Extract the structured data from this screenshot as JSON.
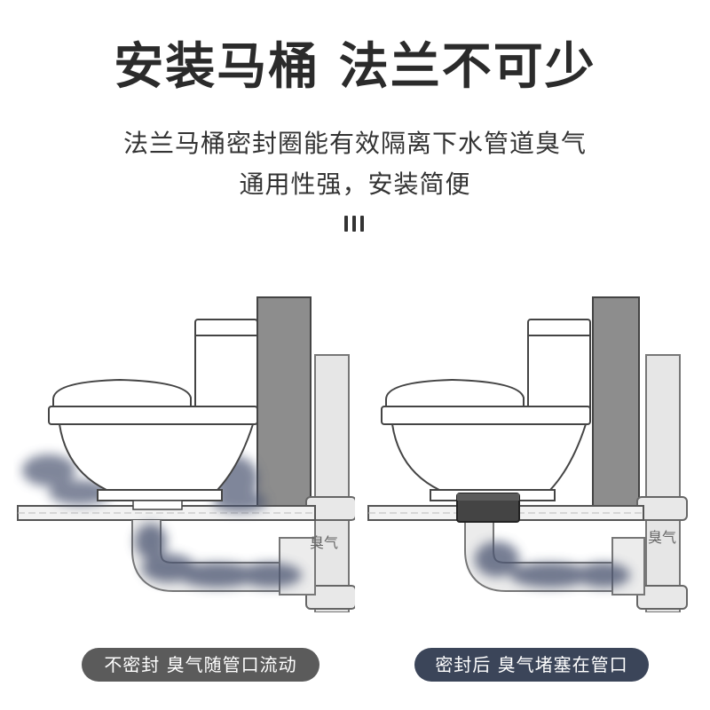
{
  "title": "安装马桶 法兰不可少",
  "subtitle_line1": "法兰马桶密封圈能有效隔离下水管道臭气",
  "subtitle_line2": "通用性强，安装简便",
  "left_scene": {
    "pipe_label": "臭气",
    "caption": "不密封 臭气随管口流动"
  },
  "right_scene": {
    "pipe_label": "臭气",
    "caption": "密封后 臭气堵塞在管口"
  },
  "colors": {
    "title": "#2b2b2b",
    "left_badge": "#5b5b5b",
    "right_badge": "#3b4559",
    "smoke": "#4a5270"
  }
}
